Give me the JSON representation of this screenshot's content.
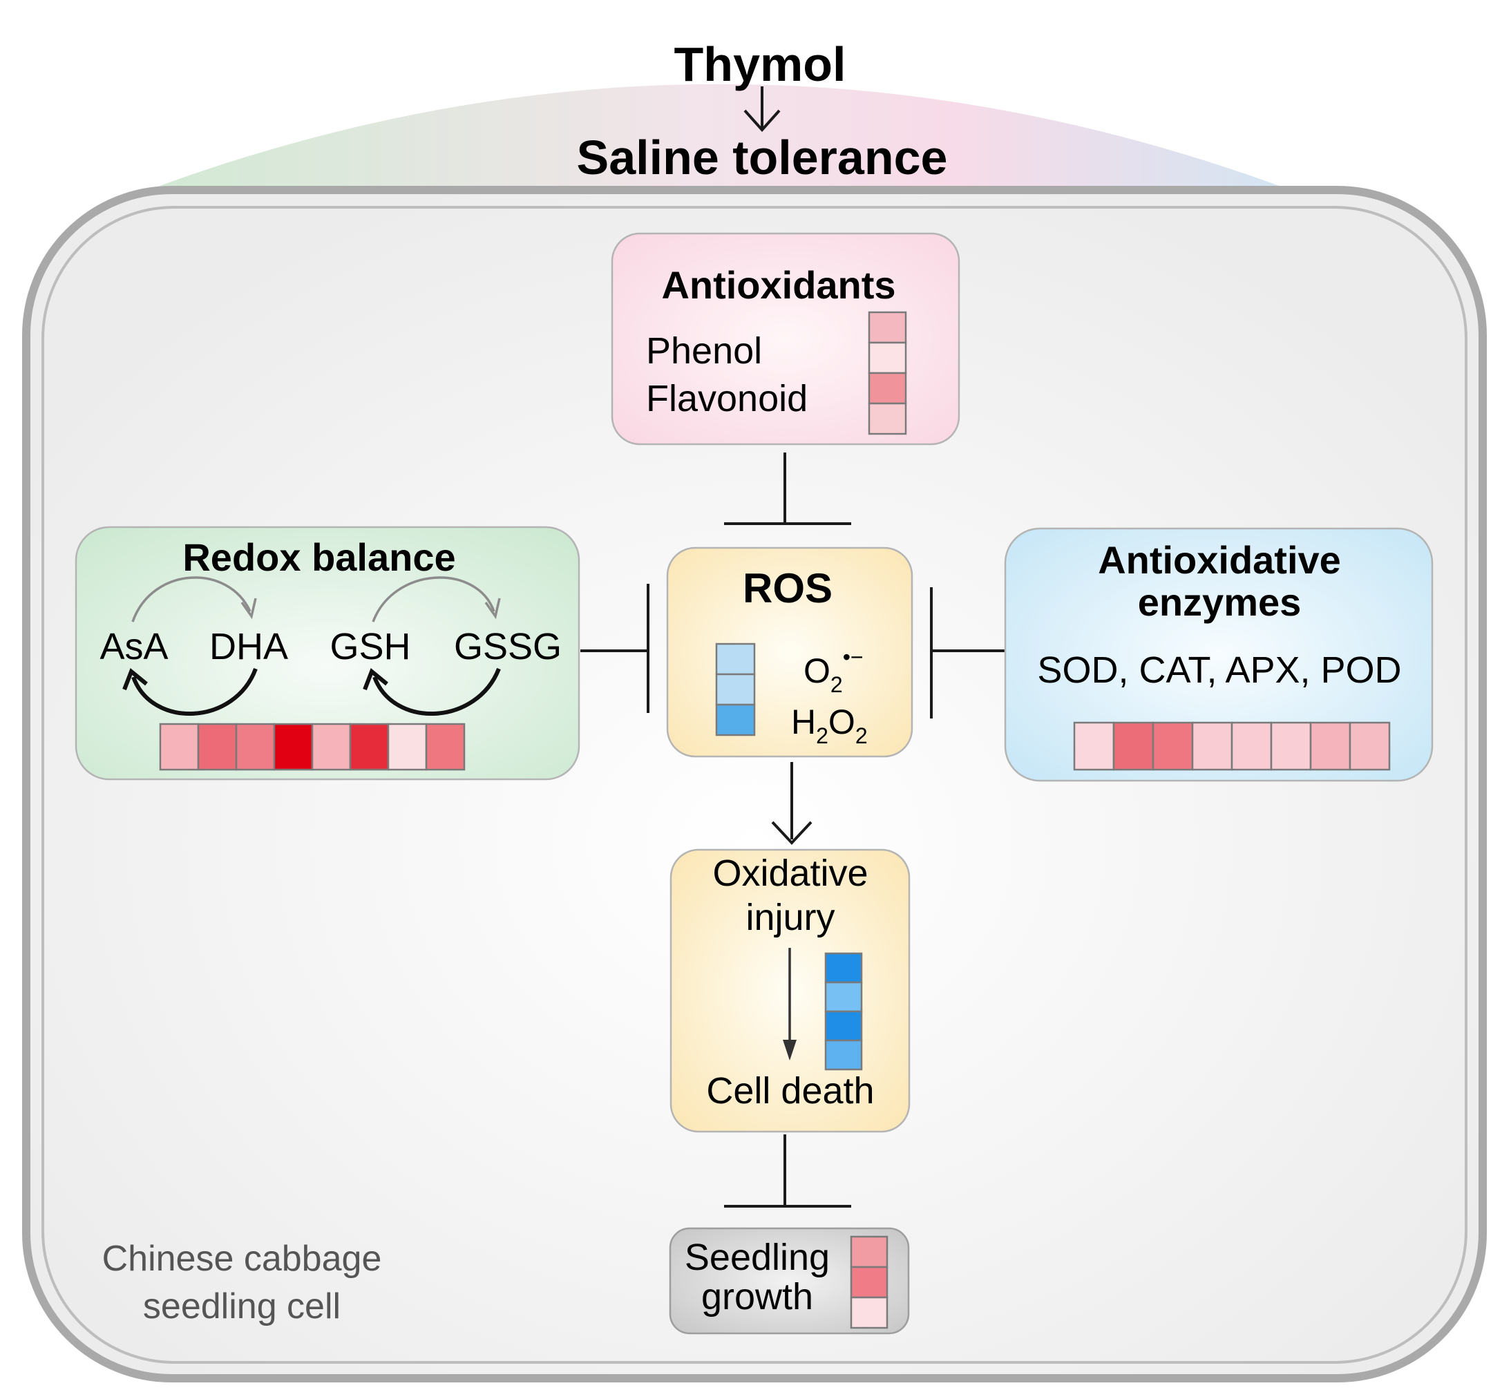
{
  "header": {
    "thymol": "Thymol",
    "saline": "Saline tolerance"
  },
  "antioxidants": {
    "title": "Antioxidants",
    "items": [
      "Phenol",
      "Flavonoid"
    ],
    "heatmap": [
      "#f4b9c0",
      "#fbe3e6",
      "#f0939b",
      "#f7cdd2"
    ]
  },
  "redox": {
    "title": "Redox balance",
    "labels": [
      "AsA",
      "DHA",
      "GSH",
      "GSSG"
    ],
    "heatmap": [
      "#f6b3ba",
      "#ec6b76",
      "#ee7d87",
      "#e00012",
      "#f6b3ba",
      "#e62c3a",
      "#fbe0e3",
      "#ee7780"
    ]
  },
  "ros": {
    "title": "ROS",
    "species": {
      "superoxide_base": "O",
      "superoxide_sub": "2",
      "superoxide_sup": "•−",
      "h": "H",
      "h_sub": "2",
      "o": "O",
      "o_sub": "2"
    },
    "heatmap": [
      "#b9dcf5",
      "#b9dcf5",
      "#55aeea"
    ]
  },
  "enzymes": {
    "title_line1": "Antioxidative",
    "title_line2": "enzymes",
    "list": "SOD, CAT, APX, POD",
    "heatmap": [
      "#fad7dc",
      "#ec6c77",
      "#ee7781",
      "#f8ccd2",
      "#f8ccd2",
      "#f9cfd5",
      "#f5b3bb",
      "#f6bcc3"
    ]
  },
  "oxidative": {
    "line1": "Oxidative",
    "line2": "injury",
    "cell_death": "Cell death",
    "heatmap": [
      "#1e8ee6",
      "#77c0f3",
      "#1e8ee6",
      "#5eb2ef"
    ]
  },
  "seedling": {
    "line1": "Seedling",
    "line2": "growth",
    "heatmap": [
      "#f19ba3",
      "#ef7c86",
      "#fbdfe3"
    ]
  },
  "cell_label": {
    "line1": "Chinese cabbage",
    "line2": "seedling cell"
  }
}
